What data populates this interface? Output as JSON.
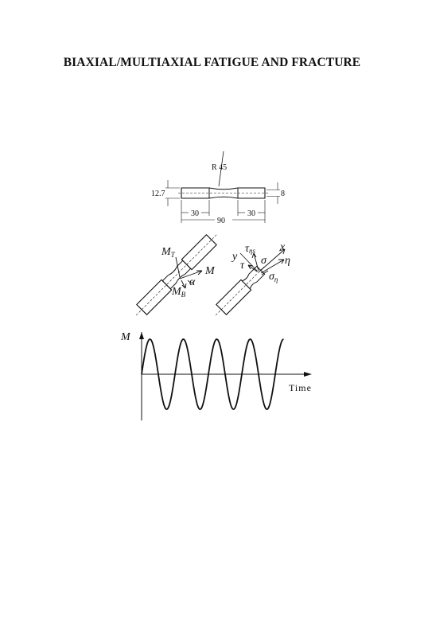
{
  "header": {
    "running_title": "BIAXIAL/MULTIAXIAL FATIGUE AND FRACTURE"
  },
  "specimen": {
    "radius_label": "R 45",
    "outer_diameter": "12.7",
    "inner_diameter": "8",
    "left_grip_length": "30",
    "right_grip_length": "30",
    "total_length": "90"
  },
  "loading_left": {
    "torque_symbol": "M",
    "torque_sub": "T",
    "moment_symbol": "M",
    "bending_symbol": "M",
    "bending_sub": "B",
    "angle_symbol": "α"
  },
  "loading_right": {
    "y_axis": "y",
    "x_axis": "x",
    "tau": "τ",
    "tau_eta_s": "τ",
    "tau_eta_s_sub": "ηs",
    "sigma": "σ",
    "eta": "η",
    "sigma_eta": "σ",
    "sigma_eta_sub": "η"
  },
  "history": {
    "y_label": "M",
    "x_label": "Time",
    "cycles": 4
  }
}
